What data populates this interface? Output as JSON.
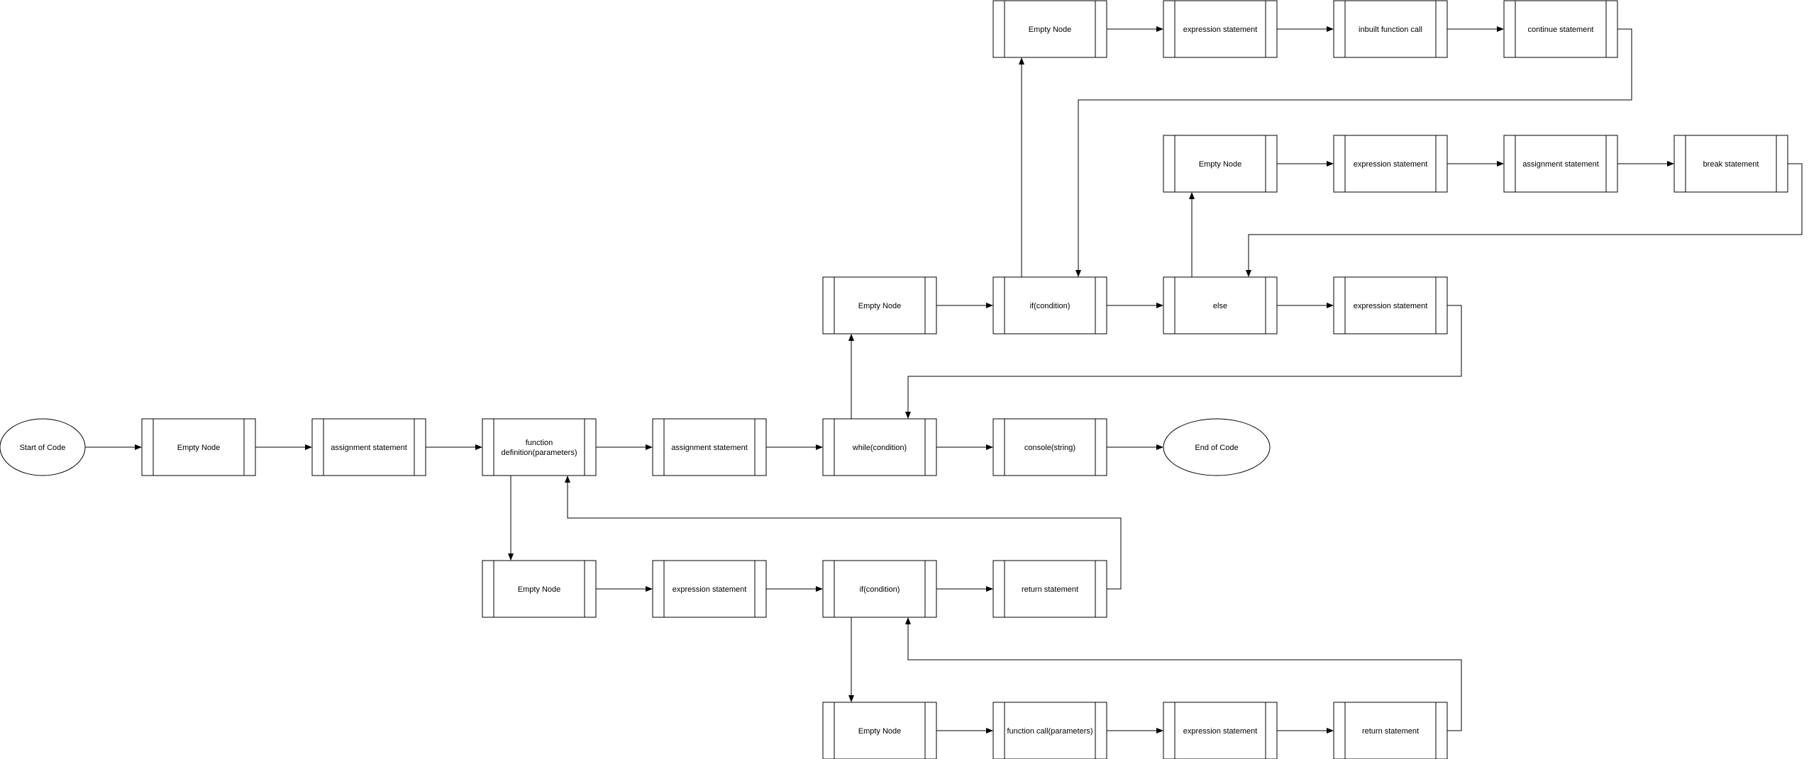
{
  "nodes": {
    "start": "Start of Code",
    "end": "End of Code",
    "empty_1": "Empty Node",
    "assign_1": "assignment statement",
    "funcdef": [
      "function",
      "definition(parameters)"
    ],
    "assign_2": "assignment statement",
    "while": "while(condition)",
    "console": "console(string)",
    "empty_top": "Empty Node",
    "if_top": "if(condition)",
    "else": "else",
    "expr_top": "expression statement",
    "empty_a": "Empty Node",
    "expr_a": "expression statement",
    "inbuilt": "inbuilt function call",
    "continue": "continue statement",
    "empty_b": "Empty Node",
    "expr_b": "expression statement",
    "assign_b": "assignment statement",
    "break": "break statement",
    "empty_c": "Empty Node",
    "expr_c": "expression statement",
    "if_c": "if(condition)",
    "return_c": "return statement",
    "empty_d": "Empty Node",
    "call_d": "function call(parameters)",
    "expr_d": "expression statement",
    "return_d": "return statement"
  }
}
